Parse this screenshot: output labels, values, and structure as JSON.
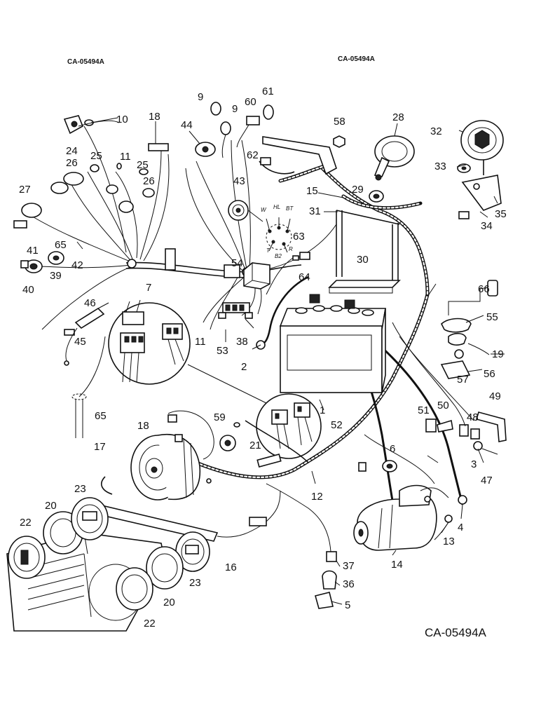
{
  "header": {
    "left_code": "CA-05494A",
    "right_code": "CA-05494A"
  },
  "footer": {
    "code": "CA-05494A"
  },
  "callouts": [
    "1",
    "2",
    "3",
    "4",
    "5",
    "6",
    "7",
    "9",
    "9",
    "10",
    "11",
    "11",
    "12",
    "13",
    "14",
    "15",
    "16",
    "17",
    "18",
    "18",
    "19",
    "20",
    "20",
    "21",
    "22",
    "22",
    "23",
    "23",
    "24",
    "25",
    "25",
    "26",
    "26",
    "27",
    "28",
    "29",
    "30",
    "31",
    "32",
    "33",
    "34",
    "35",
    "36",
    "37",
    "38",
    "39",
    "40",
    "41",
    "42",
    "43",
    "44",
    "45",
    "46",
    "47",
    "48",
    "49",
    "50",
    "51",
    "52",
    "53",
    "54",
    "55",
    "56",
    "57",
    "58",
    "59",
    "60",
    "61",
    "62",
    "63",
    "64",
    "65",
    "65",
    "66"
  ],
  "switch_terminals": [
    "W",
    "HL",
    "BT",
    "T",
    "B2",
    "R"
  ]
}
